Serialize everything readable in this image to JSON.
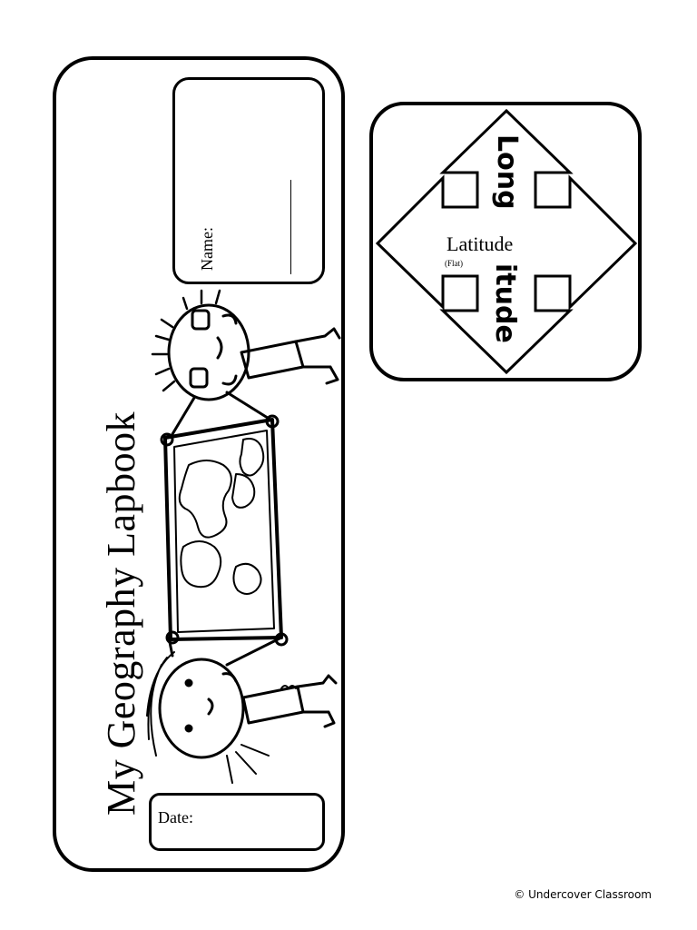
{
  "cover": {
    "title": "My Geography Lapbook",
    "name_label": "Name:",
    "date_label": "Date:"
  },
  "latitude_card": {
    "latitude_label": "Latitude",
    "flat_note": "(Flat)",
    "longitude_top": "Long",
    "longitude_bottom": "itude"
  },
  "footer": {
    "copyright": "© Undercover Classroom"
  }
}
